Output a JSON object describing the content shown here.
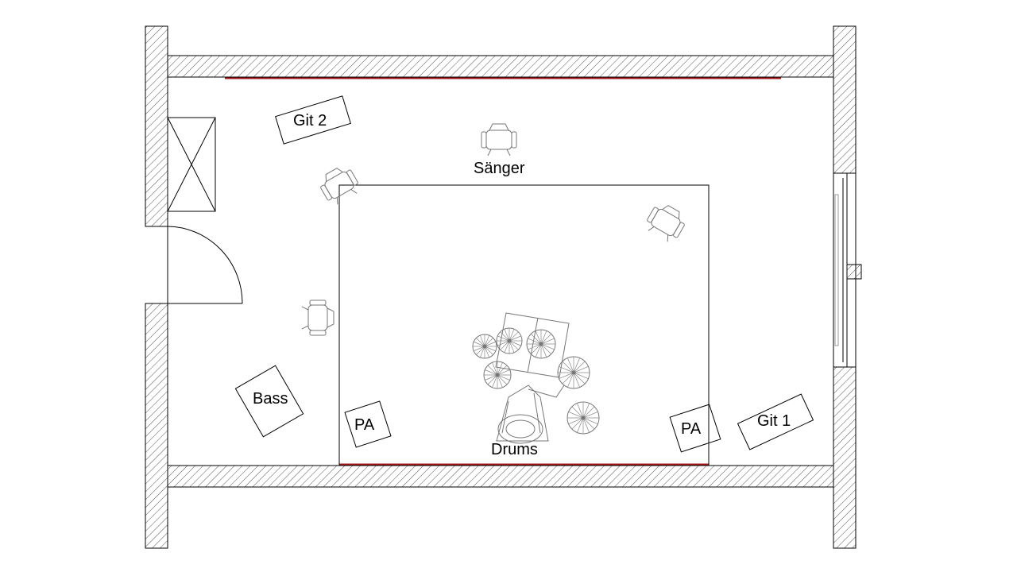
{
  "labels": {
    "git2": "Git 2",
    "saenger": "Sänger",
    "bass": "Bass",
    "pa_left": "PA",
    "drums": "Drums",
    "pa_right": "PA",
    "git1": "Git 1"
  },
  "colors": {
    "wall": "#000000",
    "hatch": "#555555",
    "red_line": "#a01818",
    "furniture": "#777777"
  }
}
